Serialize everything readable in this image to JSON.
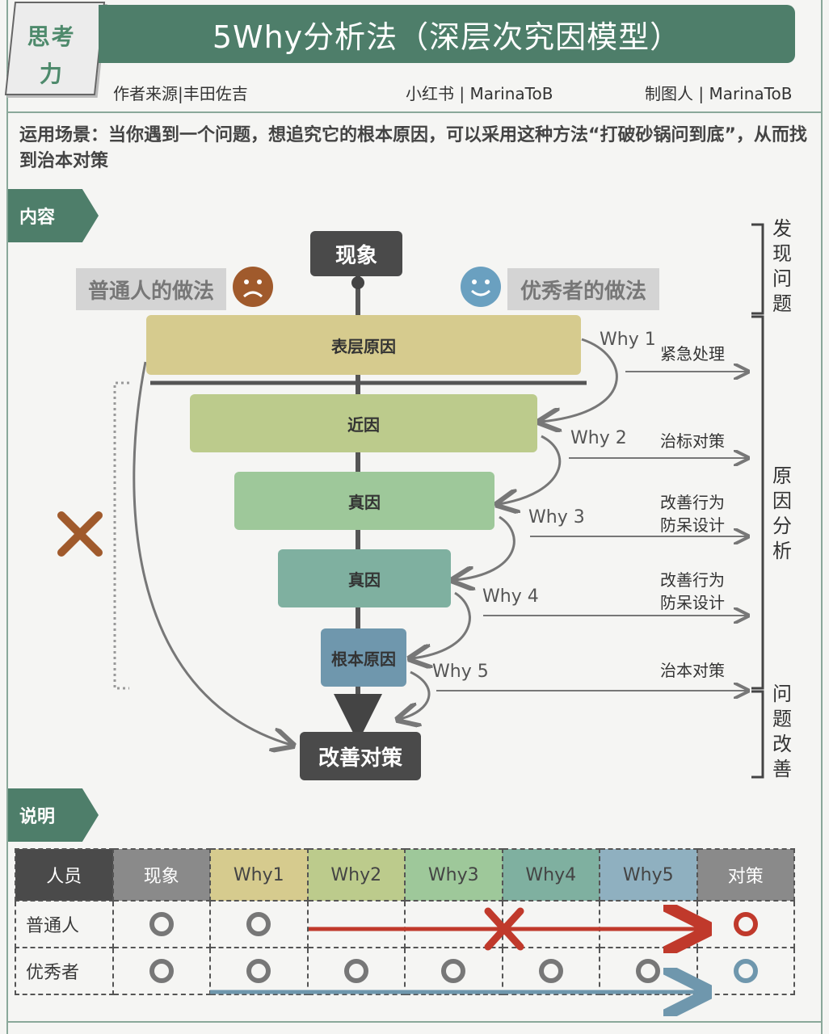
{
  "logo": {
    "line1": "思考",
    "line2": "力"
  },
  "title": "5Why分析法（深层次究因模型）",
  "meta": {
    "author": "作者来源|丰田佐吉",
    "platform": "小红书 | MarinaToB",
    "maker": "制图人 | MarinaToB"
  },
  "scene": "运用场景：当你遇到一个问题，想追究它的根本原因，可以采用这种方法“打破砂锅问到底”，从而找到治本对策",
  "sections": {
    "content": "内容",
    "explain": "说明"
  },
  "diagram": {
    "phenomenon": "现象",
    "ordinary": "普通人的做法",
    "excellent": "优秀者的做法",
    "levels": [
      {
        "label": "表层原因",
        "color": "#d6cb8e"
      },
      {
        "label": "近因",
        "color": "#bccb8c"
      },
      {
        "label": "真因",
        "color": "#9ec89a"
      },
      {
        "label": "真因",
        "color": "#7fb0a0"
      },
      {
        "label": "根本原因",
        "color": "#6f97ad"
      }
    ],
    "whys": [
      "Why 1",
      "Why 2",
      "Why 3",
      "Why 4",
      "Why 5"
    ],
    "actions": [
      {
        "l1": "紧急处理",
        "l2": ""
      },
      {
        "l1": "治标对策",
        "l2": ""
      },
      {
        "l1": "改善行为",
        "l2": "防呆设计"
      },
      {
        "l1": "改善行为",
        "l2": "防呆设计"
      },
      {
        "l1": "治本对策",
        "l2": ""
      }
    ],
    "improve": "改善对策",
    "stages": {
      "discover": "发现问题",
      "analyze": "原因分析",
      "solve": "问题改善"
    },
    "colors": {
      "sad": "#a05a2c",
      "happy": "#6aa0c0",
      "cross": "#a05a2c"
    }
  },
  "table": {
    "headers": [
      "人员",
      "现象",
      "Why1",
      "Why2",
      "Why3",
      "Why4",
      "Why5",
      "对策"
    ],
    "header_colors": [
      "#4a4a4a",
      "#8a8a8a",
      "#d6cb8e",
      "#bccb8c",
      "#9ec89a",
      "#7fb0a0",
      "#8fb0c0",
      "#8a8a8a"
    ],
    "rows": [
      {
        "name": "普通人",
        "marks": [
          true,
          true,
          false,
          false,
          false,
          false,
          true
        ],
        "line_color": "#c0392b"
      },
      {
        "name": "优秀者",
        "marks": [
          true,
          true,
          true,
          true,
          true,
          true,
          true
        ],
        "line_color": "#6f97ad"
      }
    ]
  }
}
